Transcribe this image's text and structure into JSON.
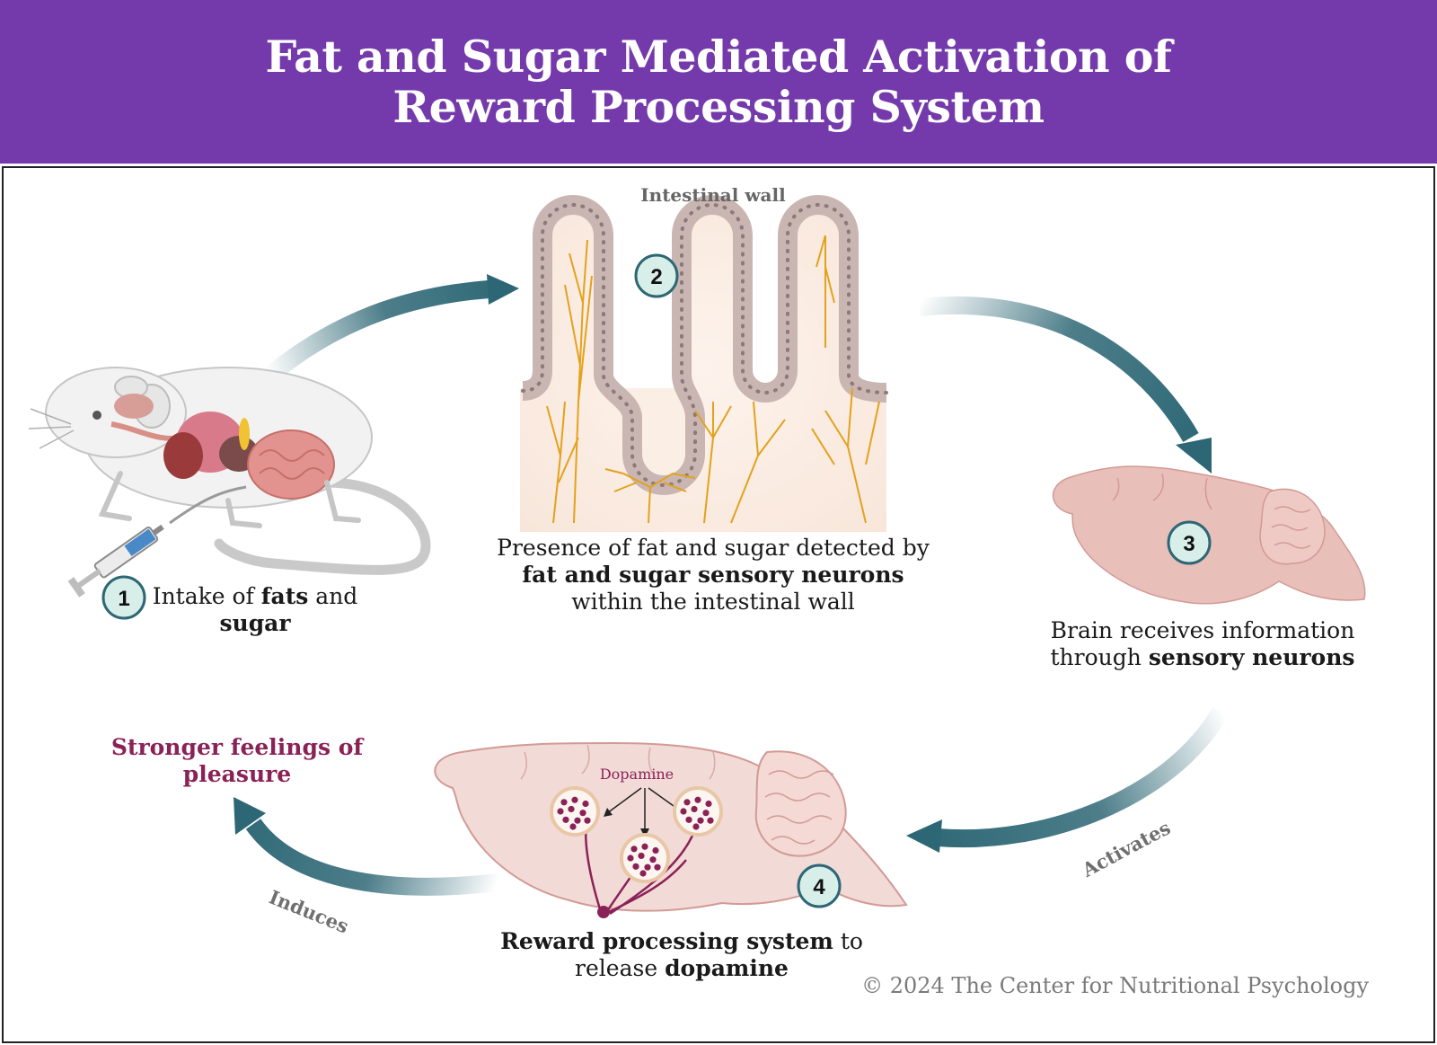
{
  "header": {
    "title": "Fat and Sugar Mediated Activation of Reward Processing System"
  },
  "colors": {
    "header_bg": "#743aab",
    "arrow": "#2d6775",
    "step_badge_fill": "#d8eee8",
    "step_badge_stroke": "#2d6775",
    "brain_fill": "#e9bfba",
    "nerve": "#e3a21d",
    "dopamine": "#8a2258"
  },
  "labels": {
    "intestinal_wall": "Intestinal wall",
    "dopamine": "Dopamine",
    "activates": "Activates",
    "induces": "Induces"
  },
  "steps": [
    {
      "number": "1",
      "parts": [
        {
          "text": "Intake of ",
          "bold": false
        },
        {
          "text": "fats",
          "bold": true
        },
        {
          "text": " and ",
          "bold": false
        },
        {
          "text": "sugar",
          "bold": true
        }
      ]
    },
    {
      "number": "2",
      "parts": [
        {
          "text": "Presence of fat and sugar detected by ",
          "bold": false
        },
        {
          "text": "fat and sugar sensory neurons",
          "bold": true
        },
        {
          "text": " within the intestinal wall",
          "bold": false
        }
      ]
    },
    {
      "number": "3",
      "parts": [
        {
          "text": "Brain receives information through ",
          "bold": false
        },
        {
          "text": "sensory neurons",
          "bold": true
        }
      ]
    },
    {
      "number": "4",
      "parts": [
        {
          "text": "Reward processing system",
          "bold": true
        },
        {
          "text": " to release ",
          "bold": false
        },
        {
          "text": "dopamine",
          "bold": true
        }
      ]
    }
  ],
  "outcome": "Stronger feelings of pleasure",
  "footer": {
    "copyright": "© 2024 The Center for Nutritional Psychology"
  },
  "icons": [
    "mouse-illustration",
    "syringe-icon",
    "intestinal-villi",
    "brain-icon",
    "dopamine-vesicle-icon",
    "flow-arrow"
  ]
}
